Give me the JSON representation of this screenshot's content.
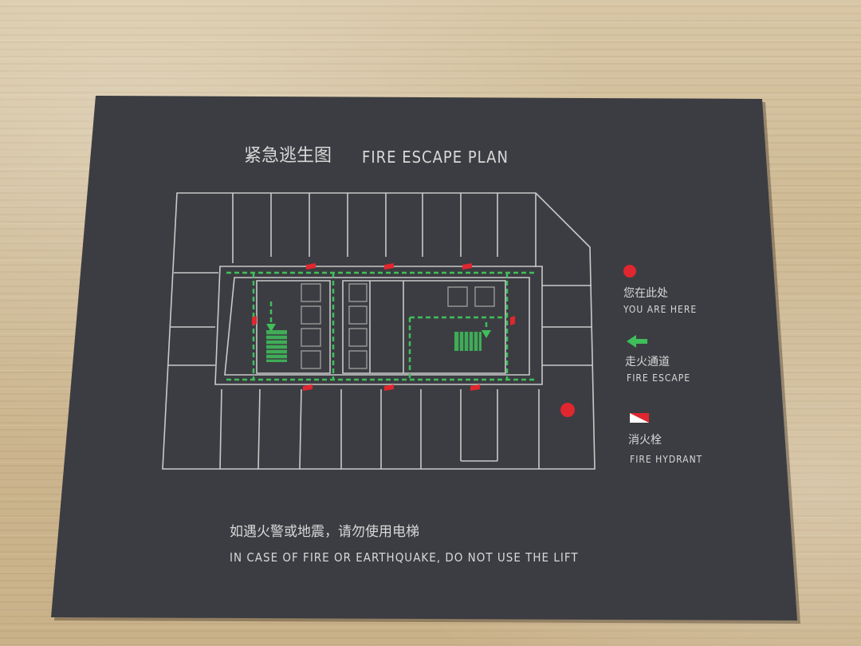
{
  "sign": {
    "title_cn": "紧急逃生图",
    "title_en": "FIRE ESCAPE PLAN",
    "warning_cn": "如遇火警或地震，请勿使用电梯",
    "warning_en": "IN CASE OF FIRE OR EARTHQUAKE, DO NOT USE THE LIFT"
  },
  "legend": {
    "you_are_here": {
      "cn": "您在此处",
      "en": "YOU ARE HERE",
      "color": "#e0262e"
    },
    "fire_escape": {
      "cn": "走火通道",
      "en": "FIRE ESCAPE",
      "color": "#3fbf5a"
    },
    "fire_hydrant": {
      "cn": "消火栓",
      "en": "FIRE HYDRANT",
      "color": "#e0262e"
    }
  },
  "colors": {
    "plaque": "#3c3d42",
    "line": "#c9c9c9",
    "route": "#3fbf5a",
    "marker": "#e0262e",
    "core": "#9a9a9a"
  },
  "icons": [
    "red-dot-icon",
    "green-arrow-icon",
    "hydrant-icon",
    "stairs-icon"
  ]
}
